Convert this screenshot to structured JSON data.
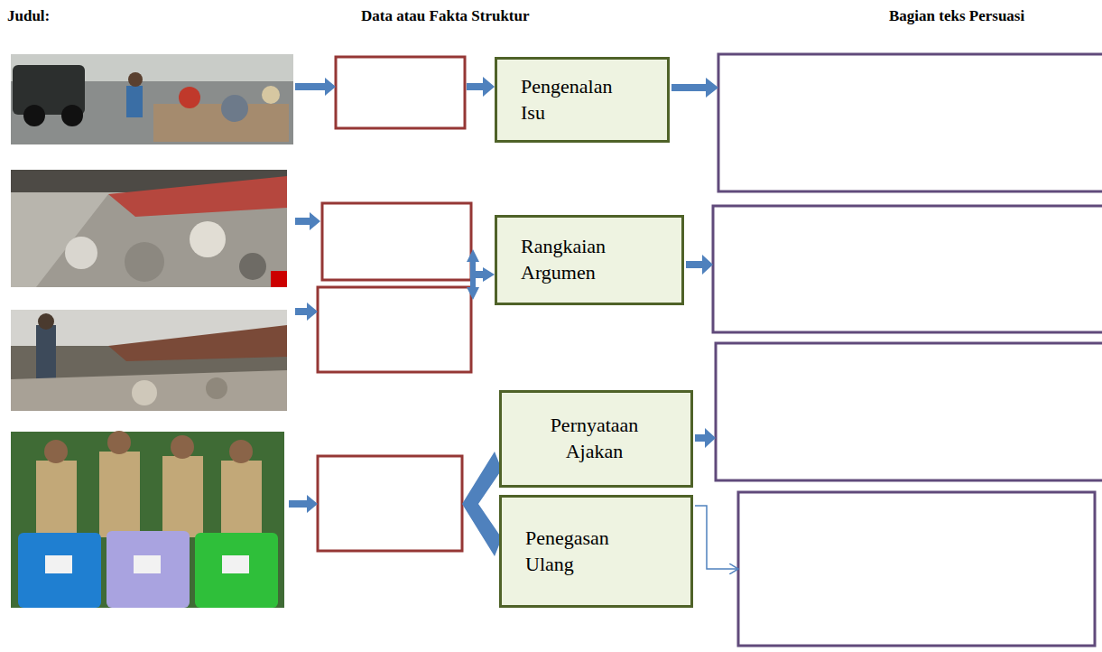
{
  "diagram": {
    "title": "Judul:",
    "nodes": [
      {
        "text": [
          "Pengenalan Isu"
        ]
      },
      {
        "text": [
          "Rangkaian Argumen"
        ]
      },
      {
        "text": [
          "Pernyataan Ajakan"
        ]
      },
      {
        "text": [
          "Penegasan Ulang"
        ]
      }
    ],
    "labels": [
      "Data atau Fakta Struktur",
      "Bagian teks Persuasi"
    ]
  }
}
